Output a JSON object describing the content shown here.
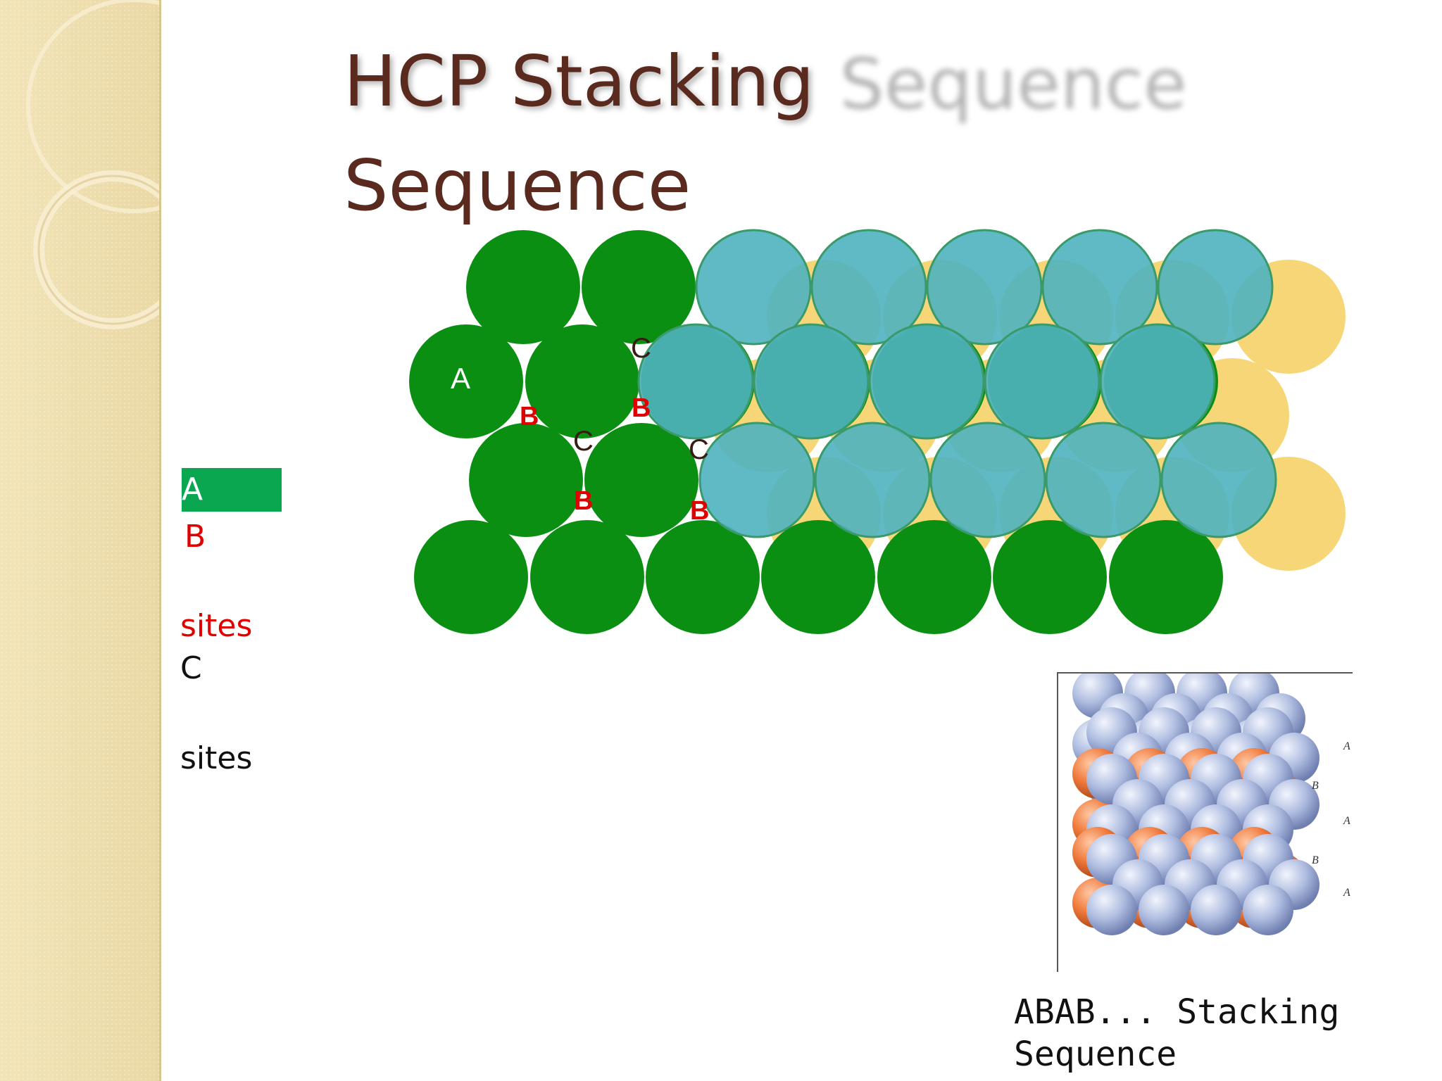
{
  "slide": {
    "title": "HCP Stacking Sequence",
    "title_shadow": "HCP Stacking Sequence"
  },
  "legend": {
    "a_label": "A",
    "b_label": "B",
    "b_sites": "sites",
    "c_label": "C",
    "c_sites": "sites"
  },
  "diagram": {
    "layer_a_label": "A",
    "b_label": "B",
    "c_label": "C"
  },
  "figure": {
    "layer_labels": [
      "A",
      "B",
      "A",
      "B",
      "A"
    ],
    "caption_line1": "ABAB... Stacking",
    "caption_line2": "Sequence"
  },
  "colors": {
    "layer_a": "#0a8f12",
    "layer_b": "#4fb3c0",
    "layer_b_stroke": "#3a9a6a",
    "layer_c": "#f6d677",
    "b_site_label": "#e00000",
    "c_site_label": "#3a1a14",
    "title": "#5a2a1e",
    "legend_a_bg": "#0aa650",
    "sphere_blue": "#aebce0",
    "sphere_orange": "#f07a3c"
  }
}
